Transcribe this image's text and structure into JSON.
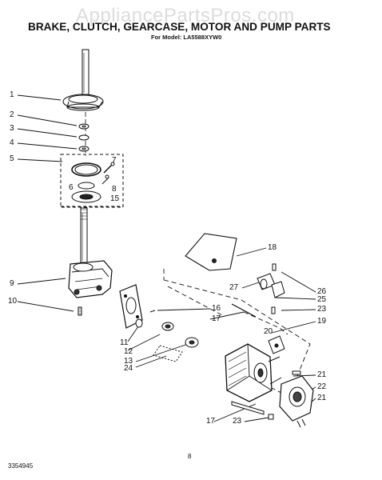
{
  "watermark": "AppliancePartsPros.com",
  "title": "BRAKE, CLUTCH, GEARCASE, MOTOR AND PUMP PARTS",
  "subtitle": "For Model: LA5588XYW0",
  "footer": {
    "doc_number": "3354945",
    "page_number": "8"
  },
  "callouts": [
    {
      "id": "c1",
      "text": "1"
    },
    {
      "id": "c2",
      "text": "2"
    },
    {
      "id": "c3",
      "text": "3"
    },
    {
      "id": "c4",
      "text": "4"
    },
    {
      "id": "c5",
      "text": "5"
    },
    {
      "id": "c6",
      "text": "6"
    },
    {
      "id": "c7",
      "text": "7"
    },
    {
      "id": "c8",
      "text": "8"
    },
    {
      "id": "c15",
      "text": "15"
    },
    {
      "id": "c9",
      "text": "9"
    },
    {
      "id": "c10",
      "text": "10"
    },
    {
      "id": "c11",
      "text": "11"
    },
    {
      "id": "c12",
      "text": "12"
    },
    {
      "id": "c13",
      "text": "13"
    },
    {
      "id": "c24",
      "text": "24"
    },
    {
      "id": "c16",
      "text": "16"
    },
    {
      "id": "c17a",
      "text": "17"
    },
    {
      "id": "c18",
      "text": "18"
    },
    {
      "id": "c27",
      "text": "27"
    },
    {
      "id": "c26",
      "text": "26"
    },
    {
      "id": "c25",
      "text": "25"
    },
    {
      "id": "c23a",
      "text": "23"
    },
    {
      "id": "c19",
      "text": "19"
    },
    {
      "id": "c20",
      "text": "20"
    },
    {
      "id": "c21a",
      "text": "21"
    },
    {
      "id": "c22",
      "text": "22"
    },
    {
      "id": "c21b",
      "text": "21"
    },
    {
      "id": "c17b",
      "text": "17"
    },
    {
      "id": "c23b",
      "text": "23"
    }
  ]
}
